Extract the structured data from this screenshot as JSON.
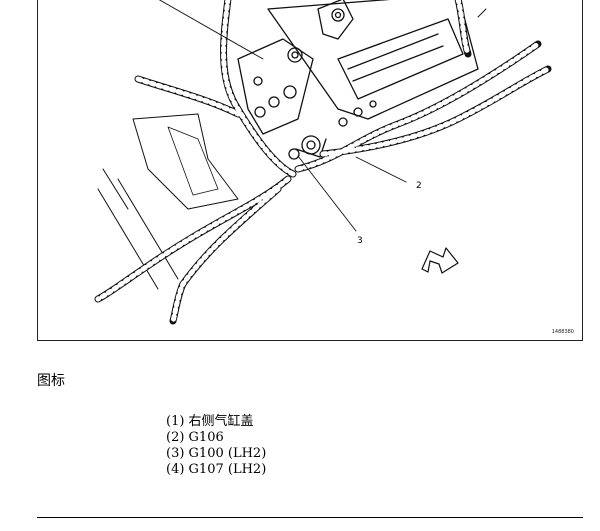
{
  "figure": {
    "id_label": "1488380",
    "callouts": [
      "2",
      "3"
    ]
  },
  "legend": {
    "title": "图标",
    "items": [
      "(1) 右侧气缸盖",
      "(2) G106",
      "(3) G100 (LH2)",
      "(4) G107 (LH2)"
    ]
  }
}
